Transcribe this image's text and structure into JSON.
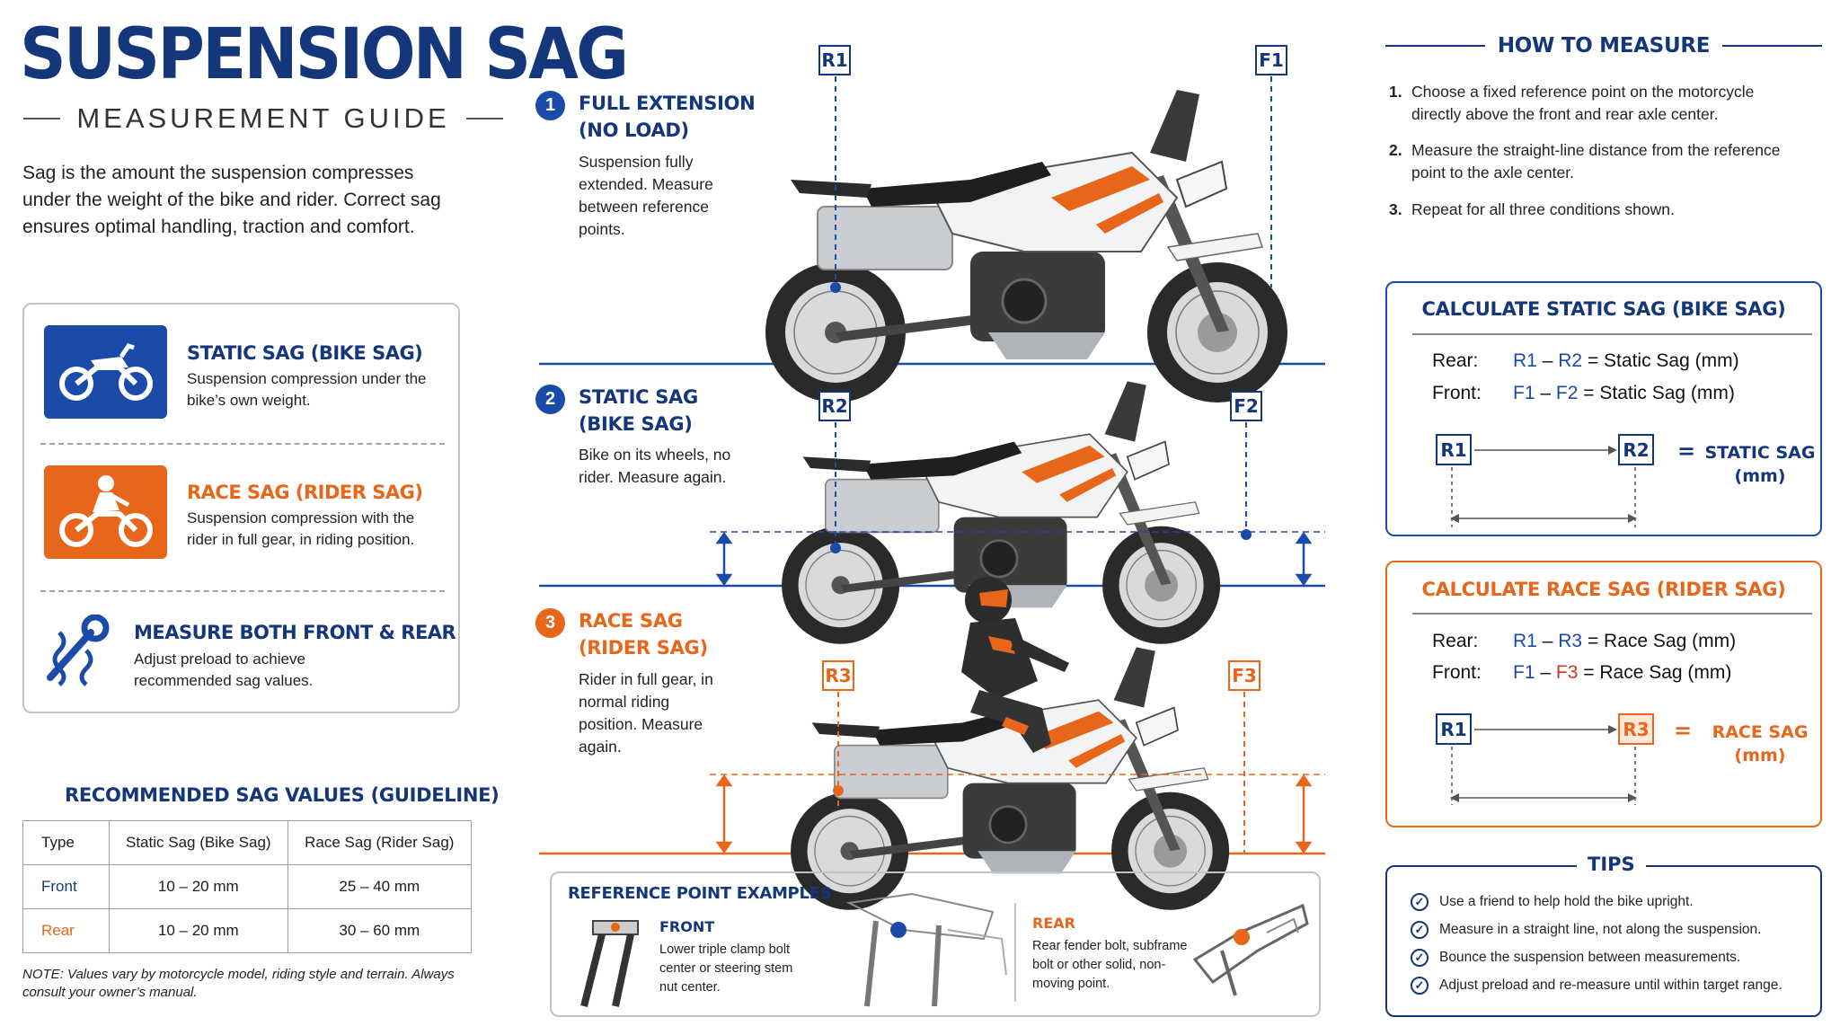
{
  "header": {
    "title": "SUSPENSION SAG",
    "subtitle": "MEASUREMENT GUIDE",
    "intro": "Sag is the amount the suspension compresses under the weight of the bike and rider. Correct sag ensures optimal handling, traction and comfort."
  },
  "types": [
    {
      "title": "STATIC SAG (BIKE SAG)",
      "desc": "Suspension compression under the bike’s own weight.",
      "icon": "motorcycle-icon",
      "color": "#1a4ba8"
    },
    {
      "title": "RACE SAG (RIDER SAG)",
      "desc": "Suspension compression with the rider in full gear, in riding position.",
      "icon": "rider-icon",
      "color": "#e8661a"
    },
    {
      "title": "MEASURE BOTH FRONT & REAR",
      "desc": "Adjust preload to achieve recommended sag values.",
      "icon": "wrench-spring-icon",
      "color": "#1a4ba8"
    }
  ],
  "recommended": {
    "title": "RECOMMENDED SAG VALUES (GUIDELINE)",
    "headers": [
      "Type",
      "Static Sag (Bike Sag)",
      "Race Sag (Rider Sag)"
    ],
    "rows": [
      {
        "type": "Front",
        "static": "10 – 20 mm",
        "race": "25 – 40 mm"
      },
      {
        "type": "Rear",
        "static": "10 – 20 mm",
        "race": "30 – 60 mm"
      }
    ],
    "note": "NOTE: Values vary by motorcycle model, riding style and terrain. Always consult your owner’s manual."
  },
  "steps": [
    {
      "num": "1",
      "title1": "FULL EXTENSION",
      "title2": "(NO LOAD)",
      "desc": "Suspension fully extended. Measure between reference points.",
      "rear_tag": "R1",
      "front_tag": "F1"
    },
    {
      "num": "2",
      "title1": "STATIC SAG",
      "title2": "(BIKE SAG)",
      "desc": "Bike on its wheels, no rider. Measure again.",
      "rear_tag": "R2",
      "front_tag": "F2"
    },
    {
      "num": "3",
      "title1": "RACE SAG",
      "title2": "(RIDER SAG)",
      "desc": "Rider in full gear, in normal riding position. Measure again.",
      "rear_tag": "R3",
      "front_tag": "F3"
    }
  ],
  "reference": {
    "title": "REFERENCE POINT EXAMPLES",
    "front_label": "FRONT",
    "front_desc": "Lower triple clamp bolt center or steering stem nut center.",
    "rear_label": "REAR",
    "rear_desc": "Rear fender bolt, subframe bolt or other solid, non-moving point."
  },
  "howto": {
    "title": "HOW TO MEASURE",
    "items": [
      {
        "n": "1.",
        "text": "Choose a fixed reference point on the motorcycle directly above the front and rear axle center."
      },
      {
        "n": "2.",
        "text": "Measure the straight-line distance from the reference point to the axle center."
      },
      {
        "n": "3.",
        "text": "Repeat for all three conditions shown."
      }
    ]
  },
  "calc_static": {
    "title": "CALCULATE STATIC SAG (BIKE SAG)",
    "rear_label": "Rear:",
    "rear_a": "R1",
    "rear_b": "R2",
    "rear_result": "Static Sag (mm)",
    "front_label": "Front:",
    "front_a": "F1",
    "front_b": "F2",
    "front_result": "Static Sag (mm)",
    "tag_a": "R1",
    "tag_b": "R2",
    "eq_line1": "STATIC SAG",
    "eq_line2": "(mm)"
  },
  "calc_race": {
    "title": "CALCULATE RACE SAG (RIDER SAG)",
    "rear_label": "Rear:",
    "rear_a": "R1",
    "rear_b": "R3",
    "rear_result": "Race Sag (mm)",
    "front_label": "Front:",
    "front_a": "F1",
    "front_b": "F3",
    "front_result": "Race Sag (mm)",
    "tag_a": "R1",
    "tag_b": "R3",
    "eq_line1": "RACE SAG",
    "eq_line2": "(mm)"
  },
  "tips": {
    "title": "TIPS",
    "items": [
      "Use a friend to help hold the bike upright.",
      "Measure in a straight line, not along the suspension.",
      "Bounce the suspension between measurements.",
      "Adjust preload and re-measure until within target range."
    ]
  },
  "symbols": {
    "minus": "–",
    "equals": "=",
    "check": "✓"
  },
  "colors": {
    "navy": "#14367a",
    "blue": "#1a4ba8",
    "orange": "#e8661a",
    "grey": "#bfc3c9"
  }
}
